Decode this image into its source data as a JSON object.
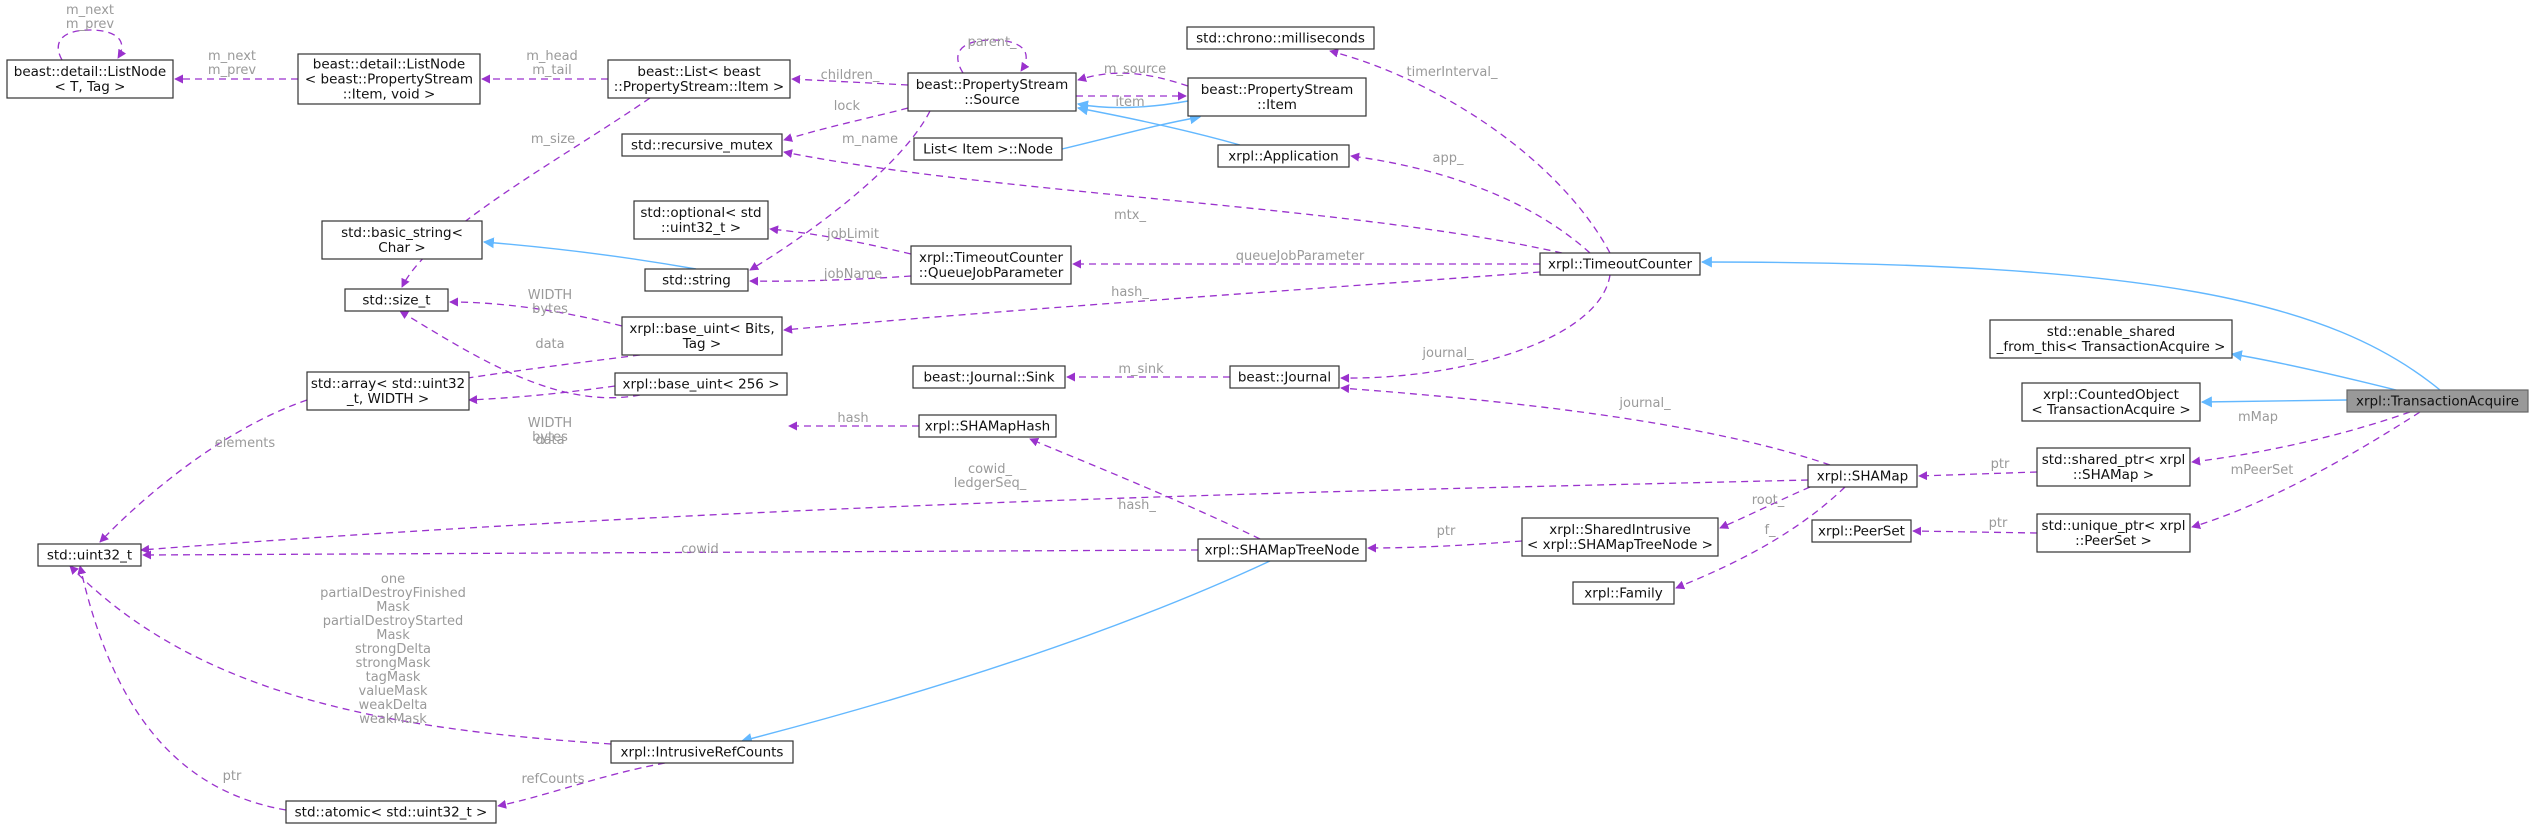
{
  "diagram": {
    "colors": {
      "usage_edge": "#9a32cd",
      "inheritance_edge": "#63b8ff",
      "focus_fill": "#999999",
      "label_text": "#9a9a9a"
    },
    "nodes": {
      "listnode": [
        "beast::detail::ListNode",
        "< T, Tag >"
      ],
      "listnode_item": [
        "beast::detail::ListNode",
        "< beast::PropertyStream",
        "::Item, void >"
      ],
      "list_item": [
        "beast::List< beast",
        "::PropertyStream::Item >"
      ],
      "ps_source": [
        "beast::PropertyStream",
        "::Source"
      ],
      "chrono_ms": [
        "std::chrono::milliseconds"
      ],
      "ps_item": [
        "beast::PropertyStream",
        "::Item"
      ],
      "recursive_mutex": [
        "std::recursive_mutex"
      ],
      "list_item_node": [
        "List< Item >::Node"
      ],
      "application": [
        "xrpl::Application"
      ],
      "optional_u32": [
        "std::optional< std",
        "::uint32_t >"
      ],
      "basic_string": [
        "std::basic_string<",
        "Char >"
      ],
      "std_string": [
        "std::string"
      ],
      "queue_job_param": [
        "xrpl::TimeoutCounter",
        "::QueueJobParameter"
      ],
      "timeout_counter": [
        "xrpl::TimeoutCounter"
      ],
      "size_t": [
        "std::size_t"
      ],
      "base_uint_bits": [
        "xrpl::base_uint< Bits,",
        "Tag >"
      ],
      "enable_shared": [
        "std::enable_shared",
        "_from_this< TransactionAcquire >"
      ],
      "journal_sink": [
        "beast::Journal::Sink"
      ],
      "journal": [
        "beast::Journal"
      ],
      "counted_object": [
        "xrpl::CountedObject",
        "< TransactionAcquire >"
      ],
      "transaction_acquire": [
        "xrpl::TransactionAcquire"
      ],
      "std_array": [
        "std::array< std::uint32",
        "_t, WIDTH >"
      ],
      "base_uint_256": [
        "xrpl::base_uint< 256 >"
      ],
      "shamap_hash": [
        "xrpl::SHAMapHash"
      ],
      "shamap": [
        "xrpl::SHAMap"
      ],
      "shared_ptr_shamap": [
        "std::shared_ptr< xrpl",
        "::SHAMap >"
      ],
      "uint32": [
        "std::uint32_t"
      ],
      "treenode": [
        "xrpl::SHAMapTreeNode"
      ],
      "shared_intrusive": [
        "xrpl::SharedIntrusive",
        "< xrpl::SHAMapTreeNode >"
      ],
      "peerset": [
        "xrpl::PeerSet"
      ],
      "unique_ptr_peerset": [
        "std::unique_ptr< xrpl",
        "::PeerSet >"
      ],
      "family": [
        "xrpl::Family"
      ],
      "intrusive_refcounts": [
        "xrpl::IntrusiveRefCounts"
      ],
      "atomic_u32": [
        "std::atomic< std::uint32_t >"
      ]
    },
    "edge_labels": {
      "listnode_self": [
        "m_next",
        "m_prev"
      ],
      "listnode_item_to_listnode": [
        "m_next",
        "m_prev"
      ],
      "list_item_to_listnode_item": [
        "m_head",
        "m_tail"
      ],
      "source_self": [
        "parent_"
      ],
      "source_to_list": [
        "children_"
      ],
      "item_to_source": [
        "m_source"
      ],
      "source_to_item": [
        "item"
      ],
      "source_to_mutex": [
        "lock"
      ],
      "source_to_string": [
        "m_name"
      ],
      "list_to_size": [
        "m_size"
      ],
      "tc_to_chrono": [
        "timerInterval_"
      ],
      "tc_to_app": [
        "app_"
      ],
      "tc_to_mutex": [
        "mtx_"
      ],
      "qjp_to_optional": [
        "jobLimit"
      ],
      "qjp_to_string": [
        "jobName"
      ],
      "tc_to_qjp": [
        "queueJobParameter"
      ],
      "tc_to_baseuint": [
        "hash_"
      ],
      "baseuint_to_size": [
        "WIDTH",
        "bytes"
      ],
      "baseuint_to_array": [
        "data"
      ],
      "tc_to_journal": [
        "journal_"
      ],
      "journal_to_sink": [
        "m_sink"
      ],
      "b256_to_size": [
        "WIDTH",
        "bytes"
      ],
      "b256_to_array": [
        "data"
      ],
      "hash_to_b256": [
        "hash"
      ],
      "array_to_u32": [
        "elements"
      ],
      "shamap_to_journal": [
        "journal_"
      ],
      "ta_to_sharedptr": [
        "mMap"
      ],
      "ta_to_uniqueptr": [
        "mPeerSet"
      ],
      "sharedptr_to_shamap": [
        "ptr"
      ],
      "shamap_to_u32": [
        "cowid_",
        "ledgerSeq_"
      ],
      "treenode_to_hash": [
        "hash_"
      ],
      "shamap_to_intrusive": [
        "root_"
      ],
      "intrusive_to_treenode": [
        "ptr"
      ],
      "treenode_to_u32": [
        "cowid"
      ],
      "uniqueptr_to_peerset": [
        "ptr"
      ],
      "shamap_to_family": [
        "f_"
      ],
      "refcounts_to_u32": [
        "one",
        "partialDestroyFinished",
        "Mask",
        "partialDestroyStarted",
        "Mask",
        "strongDelta",
        "strongMask",
        "tagMask",
        "valueMask",
        "weakDelta",
        "weakMask"
      ],
      "refcounts_to_atomic": [
        "refCounts"
      ],
      "atomic_to_u32": [
        "ptr"
      ]
    }
  }
}
